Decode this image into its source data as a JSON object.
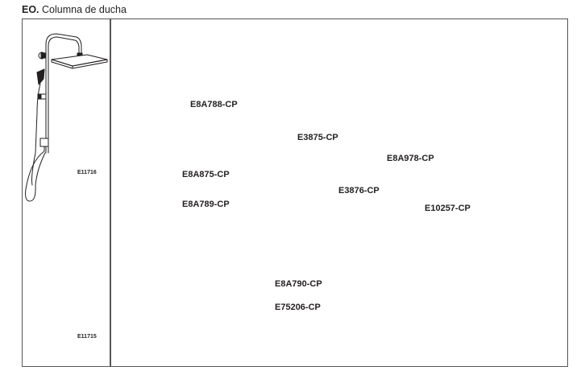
{
  "header": {
    "code": "EO.",
    "title": "Columna de ducha"
  },
  "thumbnails": [
    {
      "model": "E11716",
      "head_shape": "square"
    },
    {
      "model": "E11715",
      "head_shape": "round"
    }
  ],
  "parts": [
    {
      "id": "wall-bracket",
      "code": "E8A788-CP"
    },
    {
      "id": "hand-shower-holder",
      "code": "E8A875-CP"
    },
    {
      "id": "wall-outlet-kit",
      "code": "E8A789-CP"
    },
    {
      "id": "square-head",
      "code": "E3875-CP"
    },
    {
      "id": "round-head",
      "code": "E8A978-CP"
    },
    {
      "id": "hand-shower",
      "code": "E3876-CP"
    },
    {
      "id": "stick-hand-shower",
      "code": "E10257-CP"
    },
    {
      "id": "adapter",
      "code": "E8A790-CP"
    },
    {
      "id": "hose",
      "code": "E75206-CP"
    }
  ],
  "colors": {
    "line": "#231f20",
    "frame": "#555555"
  }
}
